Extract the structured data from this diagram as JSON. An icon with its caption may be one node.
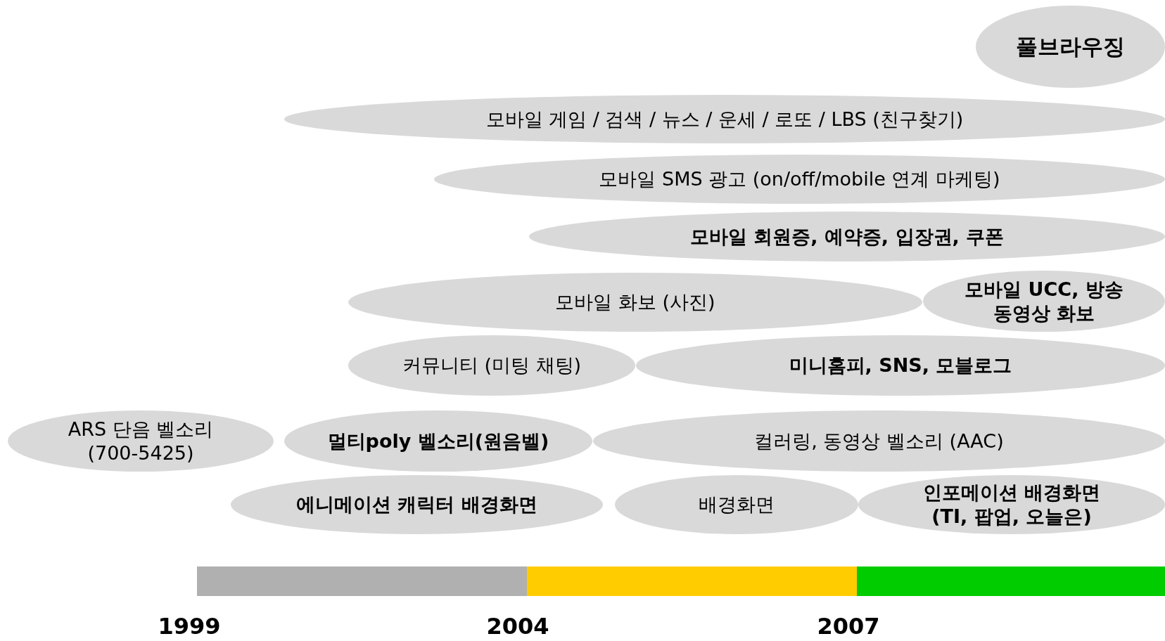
{
  "diagram": {
    "nodes": [
      {
        "text": [
          "풀브라우징"
        ]
      },
      {
        "text": [
          "모바일 게임 / 검색 / 뉴스 / 운세 / 로또 / LBS (친구찾기)"
        ]
      },
      {
        "text": [
          "모바일 SMS 광고 (on/off/mobile 연계 마케팅)"
        ]
      },
      {
        "text": [
          "모바일 회원증, 예약증, 입장권, 쿠폰"
        ]
      },
      {
        "text": [
          "모바일 화보 (사진)"
        ]
      },
      {
        "text": [
          "모바일 UCC, 방송 동영상 화보"
        ]
      },
      {
        "text": [
          "커뮤니티 (미팅 채팅)"
        ]
      },
      {
        "text": [
          "미니홈피, SNS, 모블로그"
        ]
      },
      {
        "text": [
          "ARS 단음 벨소리 (700-5425)"
        ]
      },
      {
        "text": [
          "멀티poly 벨소리(원음벨)"
        ]
      },
      {
        "text": [
          "컬러링, 동영상 벨소리 (AAC)"
        ]
      },
      {
        "text": [
          "에니메이션 캐릭터 배경화면"
        ]
      },
      {
        "text": [
          "배경화면"
        ]
      },
      {
        "text": [
          "인포메이션 배경화면 (TI, 팝업, 오늘은)"
        ]
      }
    ],
    "edges": [],
    "labels": [
      "1999",
      "2004",
      "2007"
    ]
  }
}
